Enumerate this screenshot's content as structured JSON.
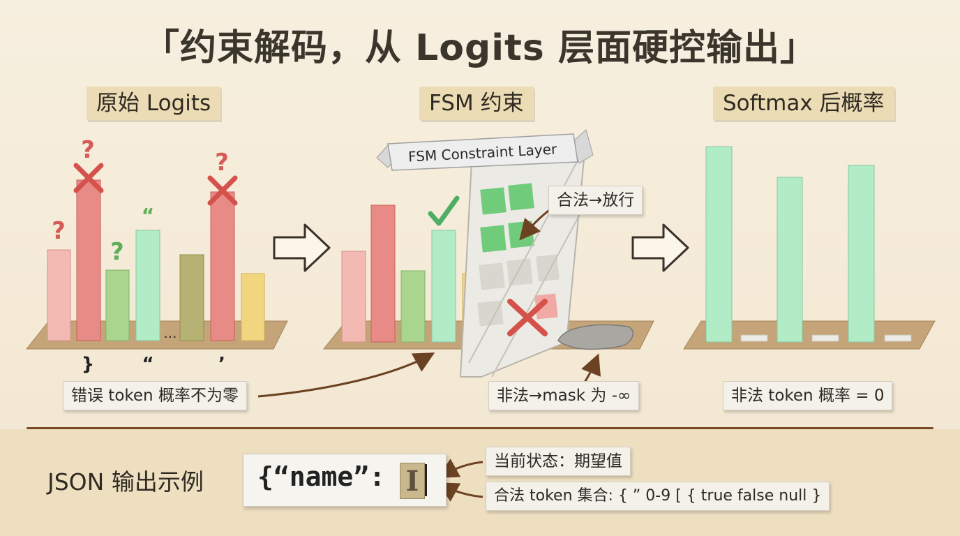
{
  "title": "「约束解码，从 Logits 层面硬控输出」",
  "panels": {
    "raw": {
      "label": "原始 Logits"
    },
    "fsm": {
      "label": "FSM 约束",
      "banner": "FSM Constraint Layer"
    },
    "softmax": {
      "label": "Softmax 后概率"
    }
  },
  "raw_markers": [
    "?",
    "?",
    "?",
    "?"
  ],
  "raw_quote_mark": "“",
  "raw_ellipsis": "...",
  "raw_token_labels": [
    "}",
    "“",
    "’"
  ],
  "notes": {
    "wrong_prob": "错误 token 概率不为零",
    "legal_pass": "合法→放行",
    "illegal_mask": "非法→mask 为 -∞",
    "illegal_zero": "非法 token 概率 = 0",
    "current_state": "当前状态：期望值",
    "legal_set": "合法 token 集合: { ” 0-9 [ { true false null }"
  },
  "json_example": {
    "label": "JSON 输出示例",
    "code": "{“name”:",
    "cursor_glyph": "I"
  },
  "colors": {
    "red": "#e88a86",
    "pink": "#f3b9b3",
    "green": "#a9d58f",
    "mint": "#b2ecc6",
    "olive": "#b6b273",
    "yellow": "#f2d57f",
    "board": "#c4a478",
    "accent_brown": "#7a4a25"
  }
}
